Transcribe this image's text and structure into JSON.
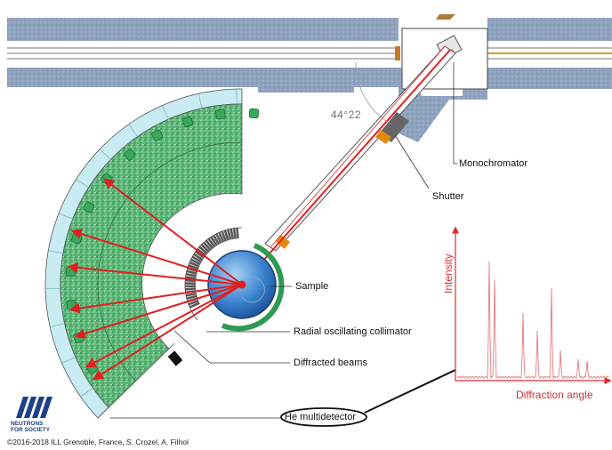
{
  "labels": {
    "monochromator": "Monochromator",
    "shutter": "Shutter",
    "sample": "Sample",
    "collimator": "Radial oscillating collimator",
    "diffracted": "Diffracted beams",
    "detector": "He multidetector",
    "angle": "44°22"
  },
  "plot": {
    "y_axis": "Intensity",
    "x_axis": "Diffraction angle"
  },
  "logo": {
    "line1": "NEUTRONS",
    "line2": "FOR SOCIETY"
  },
  "footer": {
    "copyright": "©2016-2018 ILL Grenoble, France, S. Crozel, A. Filhol"
  },
  "colors": {
    "beam": "#e02020",
    "guide": "#6d8fbf",
    "detector_green": "#2e9a55",
    "detector_light": "#c9ebf2",
    "sample_blue": "#2a6fc0",
    "orange": "#e08a10"
  }
}
